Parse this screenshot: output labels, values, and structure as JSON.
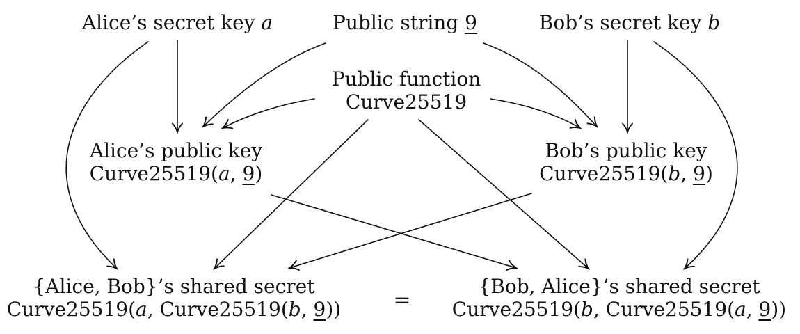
{
  "colors": {
    "ink": "#111111",
    "background": "#ffffff"
  },
  "nodes": {
    "alice_secret": {
      "label": "Alice’s secret key ",
      "var": "a"
    },
    "public_string": {
      "label": "Public string ",
      "base": "9"
    },
    "bob_secret": {
      "label": "Bob’s secret key ",
      "var": "b"
    },
    "public_function": {
      "line1": "Public function",
      "line2": "Curve25519"
    },
    "alice_public": {
      "line1": "Alice’s public key",
      "fn_open": "Curve25519(",
      "arg1": "a",
      "sep": ", ",
      "base": "9",
      "close": ")"
    },
    "bob_public": {
      "line1": "Bob’s public key",
      "fn_open": "Curve25519(",
      "arg1": "b",
      "sep": ", ",
      "base": "9",
      "close": ")"
    },
    "alice_bob_secret": {
      "line1": "{Alice, Bob}’s shared secret",
      "fn_open": "Curve25519(",
      "arg1": "a",
      "inner_open": ", Curve25519(",
      "arg2": "b",
      "sep": ", ",
      "base": "9",
      "close": "))"
    },
    "bob_alice_secret": {
      "line1": "{Bob, Alice}’s shared secret",
      "fn_open": "Curve25519(",
      "arg1": "b",
      "inner_open": ", Curve25519(",
      "arg2": "a",
      "sep": ", ",
      "base": "9",
      "close": "))"
    },
    "equals": "="
  }
}
